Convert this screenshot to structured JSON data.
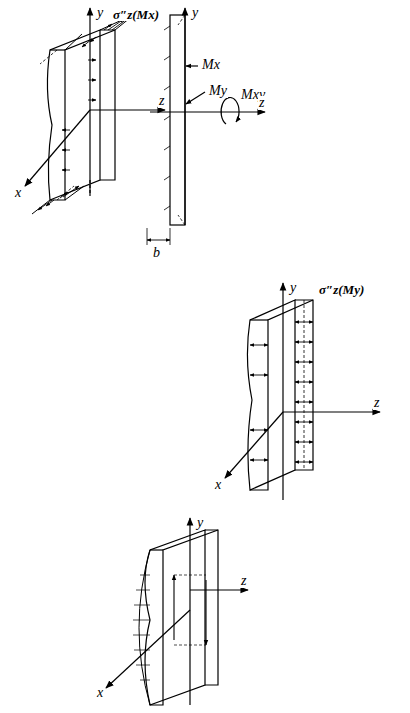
{
  "diagram": {
    "labels": [
      "y",
      "σ″z(Mx)",
      "z",
      "x",
      "y",
      "Mx",
      "My",
      "Mxy",
      "z",
      "b",
      "y",
      "σ″z(My)",
      "z",
      "x",
      "y",
      "z",
      "x"
    ]
  }
}
